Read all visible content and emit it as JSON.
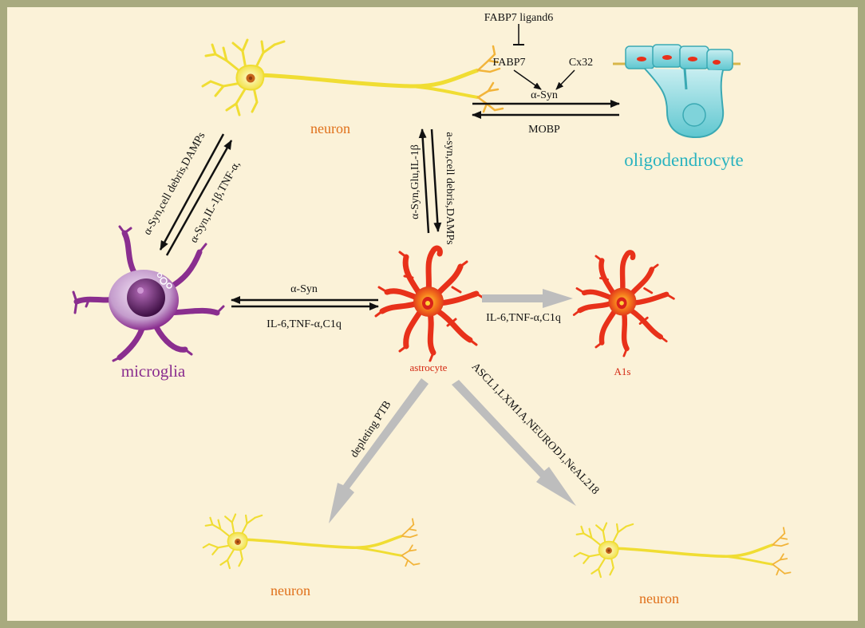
{
  "cells": {
    "neuron_top": "neuron",
    "neuron_bottom_left": "neuron",
    "neuron_bottom_right": "neuron",
    "microglia": "microglia",
    "astrocyte": "astrocyte",
    "a1s": "A1s",
    "oligodendrocyte": "oligodendrocyte"
  },
  "oligo_pathway": {
    "fabp7_ligand": "FABP7 ligand6",
    "fabp7": "FABP7",
    "cx32": "Cx32",
    "asyn": "α-Syn",
    "mobp": "MOBP"
  },
  "edges": {
    "neuron_to_microglia": "α-Syn,cell debris,DAMPs",
    "microglia_to_neuron": "α-Syn,IL-1β,TNF-α,",
    "astro_to_neuron": "α-Syn,Glu,IL-1β",
    "neuron_to_astro": "a-syn,cell debris,DAMPs",
    "astro_to_microglia": "α-Syn",
    "microglia_to_astro": "IL-6,TNF-α,C1q",
    "astro_to_a1s": "IL-6,TNF-α,C1q",
    "depleting": "depleting PTB",
    "reprogram": "ASCL1,LXM1A,NEUROD1,NeAL218"
  },
  "colors": {
    "background": "#fbf2d8",
    "border": "#a8aa7f",
    "neuron": "#f3e64c",
    "astrocyte": "#e8311a",
    "microglia": "#8a2e8f",
    "oligodendrocyte": "#5fc7d0",
    "gray_arrow": "#bdbdbd"
  }
}
